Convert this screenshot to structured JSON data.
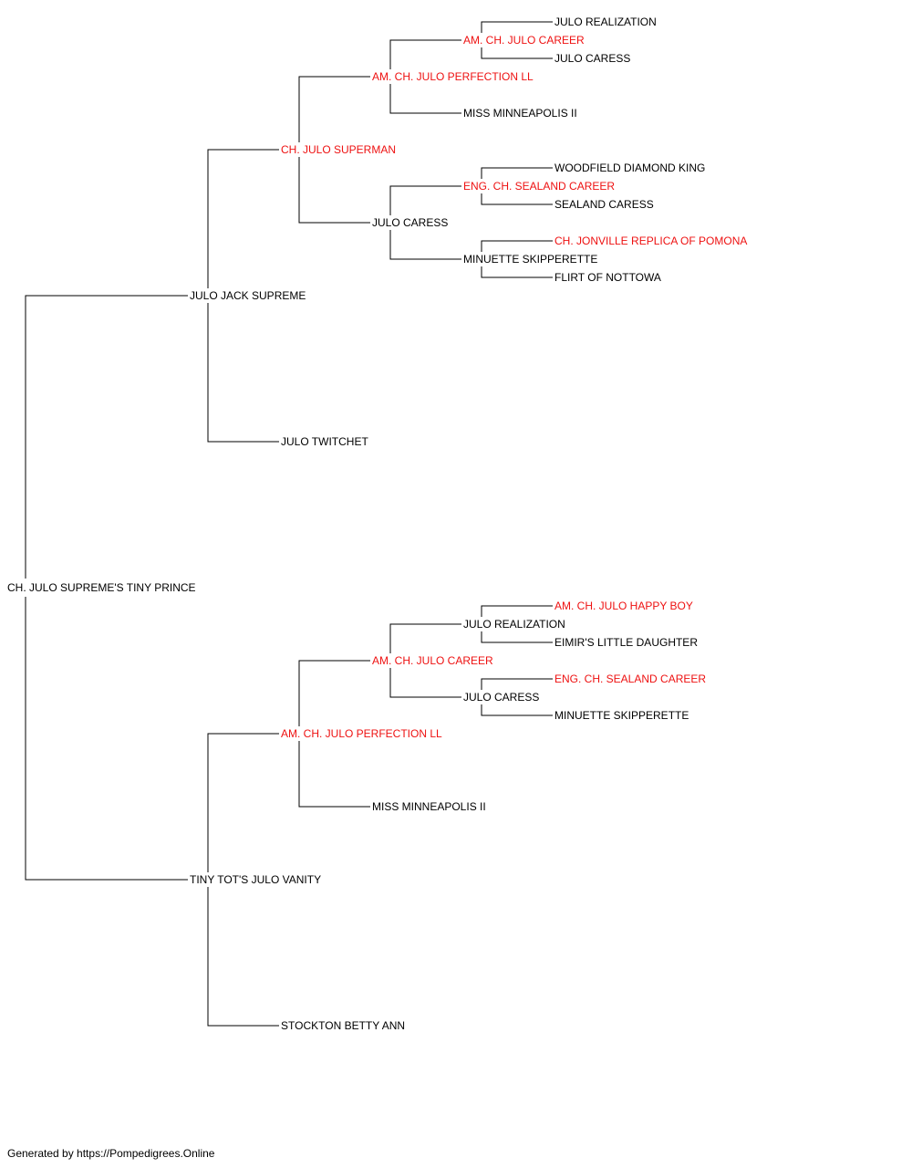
{
  "colors": {
    "text": "#000000",
    "champion": "#ee1111",
    "line": "#000000"
  },
  "pedigree": {
    "id": "root",
    "name": "CH. JULO SUPREME'S TINY PRINCE",
    "champion": false,
    "sire": {
      "id": "s",
      "name": "JULO JACK SUPREME",
      "champion": false,
      "sire": {
        "id": "ss",
        "name": "CH. JULO SUPERMAN",
        "champion": true,
        "sire": {
          "id": "sss",
          "name": "AM. CH. JULO PERFECTION LL",
          "champion": true,
          "sire": {
            "id": "ssss",
            "name": "AM. CH. JULO CAREER",
            "champion": true,
            "sire": {
              "id": "sssss",
              "name": "JULO REALIZATION",
              "champion": false
            },
            "dam": {
              "id": "ssssd",
              "name": "JULO CARESS",
              "champion": false
            }
          },
          "dam": {
            "id": "sssd",
            "name": "MISS MINNEAPOLIS II",
            "champion": false
          }
        },
        "dam": {
          "id": "ssd",
          "name": "JULO CARESS",
          "champion": false,
          "sire": {
            "id": "ssds",
            "name": "ENG. CH. SEALAND CAREER",
            "champion": true,
            "sire": {
              "id": "ssdss",
              "name": "WOODFIELD DIAMOND KING",
              "champion": false
            },
            "dam": {
              "id": "ssdsd",
              "name": "SEALAND CARESS",
              "champion": false
            }
          },
          "dam": {
            "id": "ssdd",
            "name": "MINUETTE SKIPPERETTE",
            "champion": false,
            "sire": {
              "id": "ssdds",
              "name": "CH. JONVILLE REPLICA OF POMONA",
              "champion": true
            },
            "dam": {
              "id": "ssddd",
              "name": "FLIRT OF NOTTOWA",
              "champion": false
            }
          }
        }
      },
      "dam": {
        "id": "sd",
        "name": "JULO TWITCHET",
        "champion": false
      }
    },
    "dam": {
      "id": "d",
      "name": "TINY TOT'S JULO VANITY",
      "champion": false,
      "sire": {
        "id": "ds",
        "name": "AM. CH. JULO PERFECTION LL",
        "champion": true,
        "sire": {
          "id": "dss",
          "name": "AM. CH. JULO CAREER",
          "champion": true,
          "sire": {
            "id": "dsss",
            "name": "JULO REALIZATION",
            "champion": false,
            "sire": {
              "id": "dssss",
              "name": "AM. CH. JULO HAPPY BOY",
              "champion": true
            },
            "dam": {
              "id": "dsssd",
              "name": "EIMIR'S LITTLE DAUGHTER",
              "champion": false
            }
          },
          "dam": {
            "id": "dssd",
            "name": "JULO CARESS",
            "champion": false,
            "sire": {
              "id": "dssds",
              "name": "ENG. CH. SEALAND CAREER",
              "champion": true
            },
            "dam": {
              "id": "dssdd",
              "name": "MINUETTE SKIPPERETTE",
              "champion": false
            }
          }
        },
        "dam": {
          "id": "dsd",
          "name": "MISS MINNEAPOLIS II",
          "champion": false
        }
      },
      "dam": {
        "id": "dd",
        "name": "STOCKTON BETTY ANN",
        "champion": false
      }
    }
  },
  "footer": {
    "text": "Generated by https://Pompedigrees.Online"
  }
}
